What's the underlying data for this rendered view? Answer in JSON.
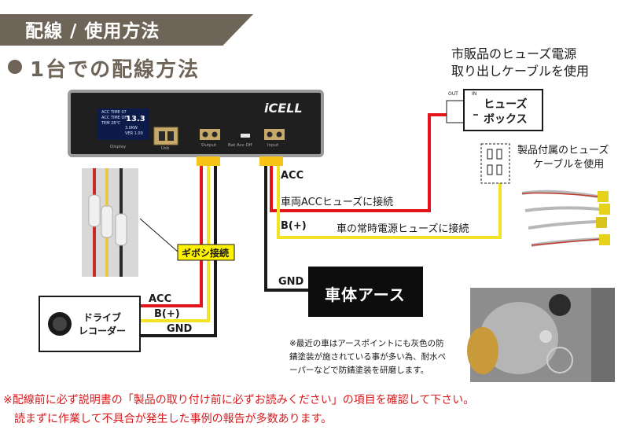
{
  "header": {
    "banner": "配線 / 使用方法",
    "section_title": "1台での配線方法"
  },
  "device": {
    "brand": "iCELL",
    "display_label": "Display",
    "usb_label": "Usb",
    "output_label": "Output",
    "switch_label": "Bat  Acc  Off",
    "input_label": "Input",
    "screen_lines": [
      "ACC  TIME  07",
      "ACC  TIME  OFF",
      "TEM  28℃",
      "13.3",
      "3.0KW",
      "VER  1.00"
    ]
  },
  "labels": {
    "gibosi": "ギボシ接続",
    "acc_right": "ACC",
    "acc_fuse": "車両ACCヒューズに接続",
    "b_right": "B(+)",
    "b_fuse": "車の常時電源ヒューズに接続",
    "gnd_right": "GND",
    "ground_box": "車体アース",
    "acc_left": "ACC",
    "b_left": "B(+)",
    "gnd_left": "GND",
    "recorder_line1": "ドライブ",
    "recorder_line2": "レコーダー",
    "fuse_box_line1": "ヒューズ",
    "fuse_box_line2": "ボックス",
    "fuse_out": "OUT",
    "fuse_in": "IN",
    "market_line1": "市販品のヒューズ電源",
    "market_line2": "取り出しケーブルを使用",
    "included_line1": "製品付属のヒューズ",
    "included_line2": "ケーブルを使用"
  },
  "note": {
    "line1": "※最近の車はアースポイントにも灰色の防",
    "line2": "錆塗装が施されている事が多い為、耐水ペ",
    "line3": "ーパーなどで防錆塗装を研磨します。"
  },
  "warning": {
    "line1": "※配線前に必ず説明書の「製品の取り付け前に必ずお読みください」の項目を確認して下さい。",
    "line2": "読まずに作業して不具合が発生した事例の報告が多数あります。"
  },
  "colors": {
    "accent": "#6f6458",
    "wire_red": "#e4141b",
    "wire_yellow": "#f2e326",
    "wire_black": "#1a1a1a",
    "warning_red": "#d7191c"
  }
}
